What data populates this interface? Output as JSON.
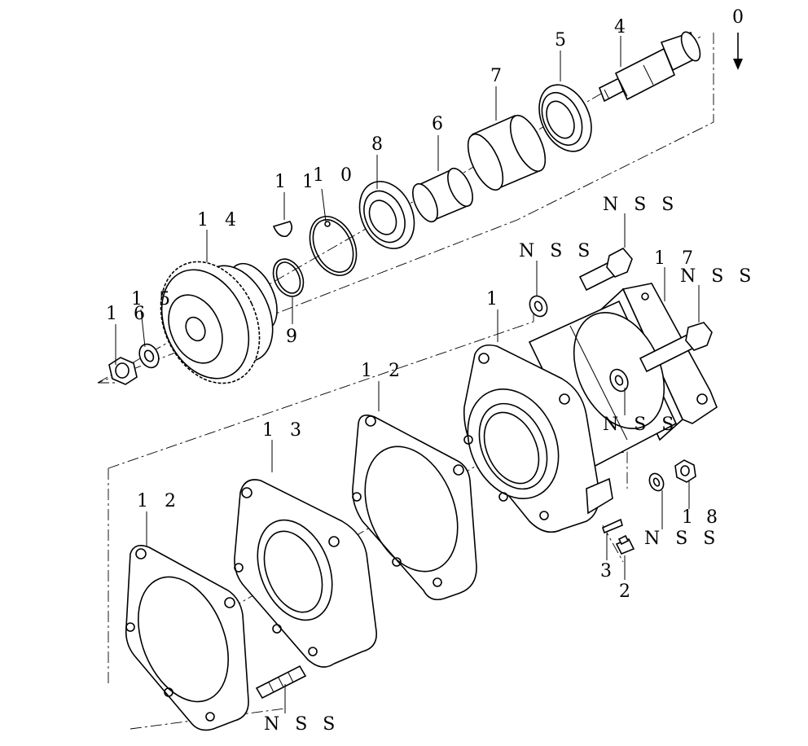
{
  "diagram": {
    "labels": {
      "direction": "0",
      "housing": "1",
      "pin": "2",
      "key": "3",
      "shaft": "4",
      "bearing_outer": "5",
      "spacer_small": "6",
      "spacer_large": "7",
      "bearing_inner": "8",
      "snap_ring_small": "9",
      "snap_ring_large": "10",
      "woodruff_key": "11",
      "gasket_inner": "12",
      "gasket_outer": "12",
      "adapter_plate": "13",
      "gear": "14",
      "lock_washer": "15",
      "nut_gear": "16",
      "flange_cover": "17",
      "nut_side": "18",
      "nss_top_bolt": "N S S",
      "nss_top_washer": "N S S",
      "nss_right_bolt": "N S S",
      "nss_mid_washer": "N S S",
      "nss_side_washer": "N S S",
      "nss_stud": "N S S"
    }
  }
}
